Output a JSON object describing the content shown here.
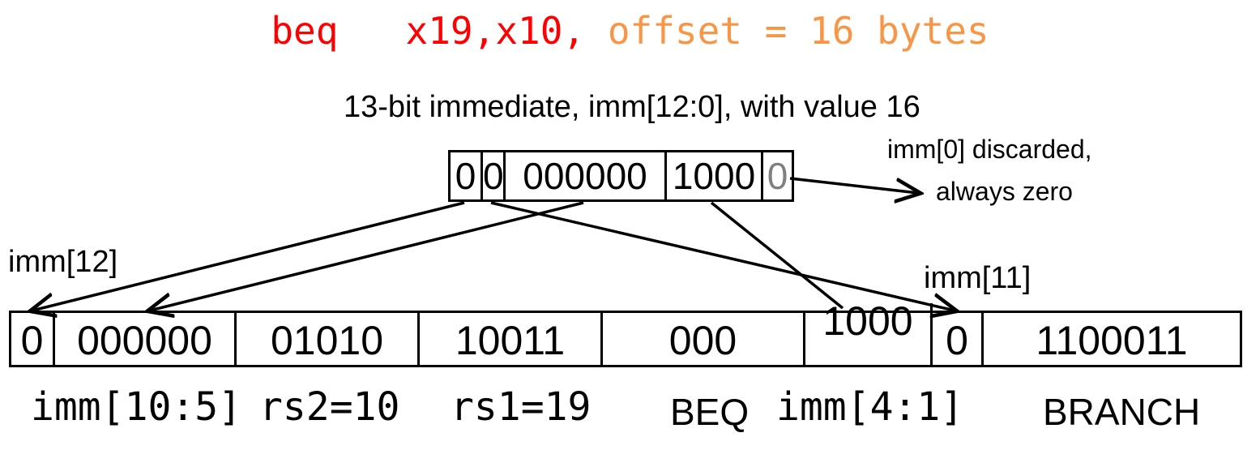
{
  "title": {
    "mnemonic": "beq",
    "registers": "x19,x10,",
    "offset": "offset = 16 bytes",
    "color_red": "#ff0000",
    "color_orange": "#f79646"
  },
  "immediate": {
    "caption": "13-bit immediate, imm[12:0], with value 16",
    "cells": [
      "0",
      "0",
      "000000",
      "1000",
      "0"
    ],
    "discarded_color": "#808080",
    "note_line1": "imm[0] discarded,",
    "note_line2": "always zero"
  },
  "labels": {
    "imm12": "imm[12]",
    "imm11": "imm[11]"
  },
  "instruction": {
    "fields": [
      "0",
      "000000",
      "01010",
      "10011",
      "000",
      "1000",
      "0",
      "1100011"
    ],
    "below": {
      "imm_10_5": "imm[10:5]",
      "rs2": "rs2=10",
      "rs1": "rs1=19",
      "funct3": "BEQ",
      "imm_4_1": "imm[4:1]",
      "opcode": "BRANCH"
    }
  }
}
